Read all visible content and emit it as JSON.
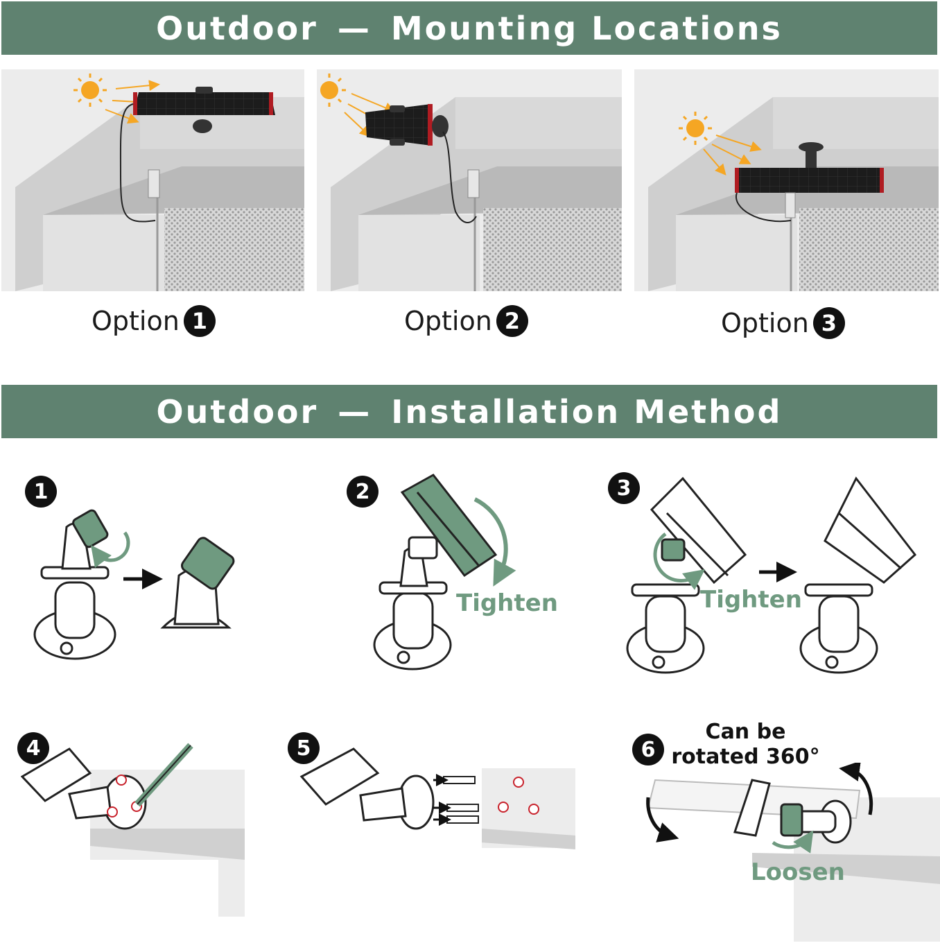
{
  "banners": {
    "mounting": {
      "left": "Outdoor",
      "dash": "—",
      "right": "Mounting Locations"
    },
    "installation": {
      "left": "Outdoor",
      "dash": "—",
      "right": "Installation Method"
    }
  },
  "options": [
    {
      "label": "Option",
      "number": "1"
    },
    {
      "label": "Option",
      "number": "2"
    },
    {
      "label": "Option",
      "number": "3"
    }
  ],
  "steps": [
    {
      "number": "1"
    },
    {
      "number": "2",
      "caption": "Tighten"
    },
    {
      "number": "3",
      "caption": "Tighten"
    },
    {
      "number": "4"
    },
    {
      "number": "5"
    },
    {
      "number": "6",
      "note": "Can be rotated 360°",
      "caption": "Loosen"
    }
  ],
  "colors": {
    "banner": "#5f8270",
    "accent_green": "#6f9a80",
    "panel_black": "#1c1c1c",
    "panel_edge_red": "#b01c22",
    "sun": "#f5a623",
    "screw_mark": "#c8202a"
  },
  "icons": [
    "sun-icon",
    "solar-panel-icon",
    "camera-mount-icon",
    "rotate-arrow-icon",
    "right-arrow-icon",
    "pencil-icon",
    "wall-anchor-icon"
  ]
}
